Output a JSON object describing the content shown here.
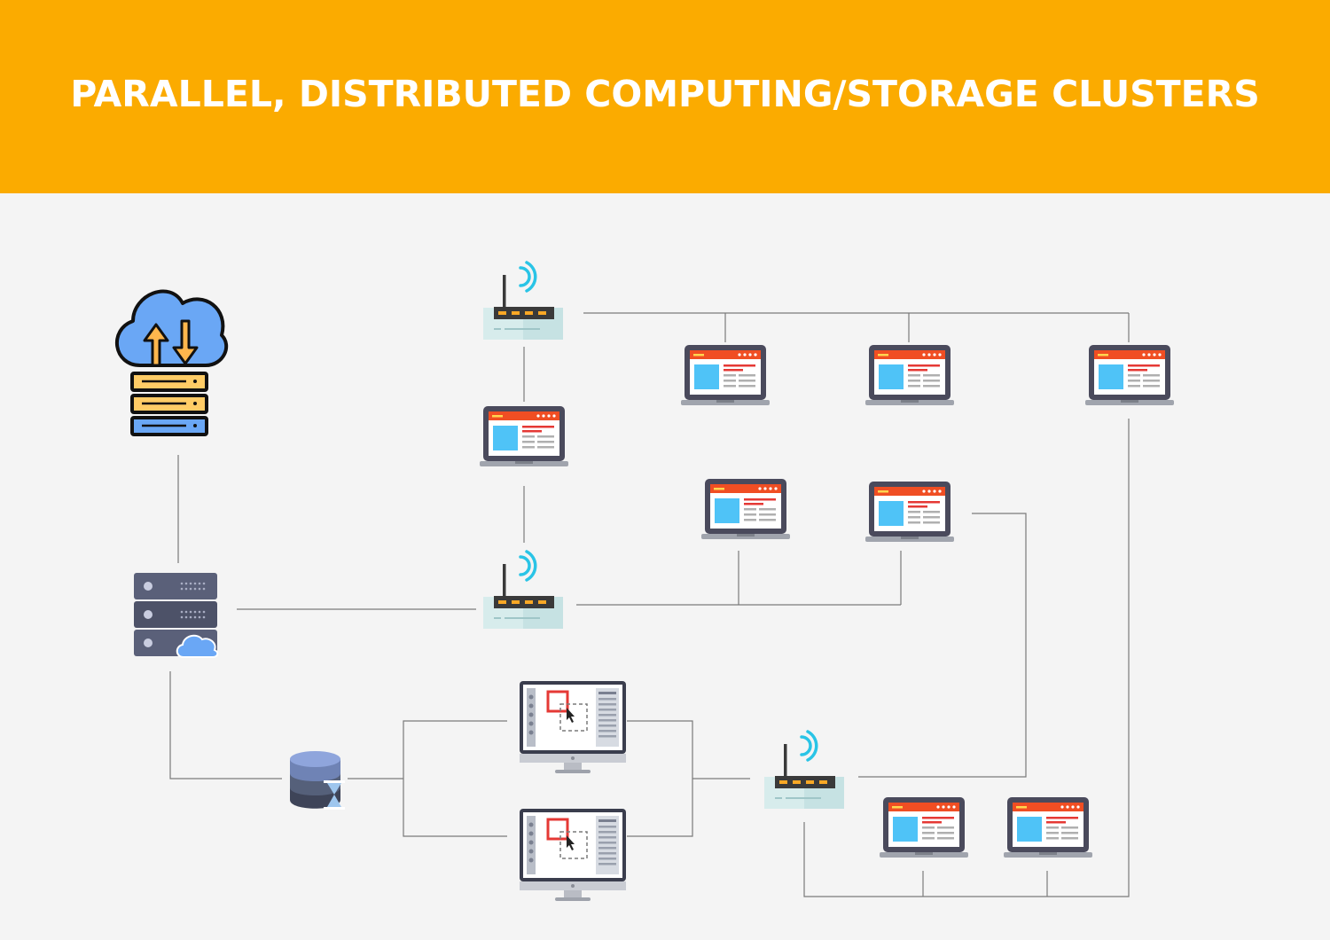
{
  "title": "PARALLEL, DISTRIBUTED COMPUTING/STORAGE CLUSTERS",
  "colors": {
    "header": "#fbab00",
    "background": "#f4f4f4",
    "title_text": "#ffffff",
    "connector": "#7a7a7a",
    "laptop_header": "#f04e23",
    "laptop_body": "#4a4a5c",
    "laptop_screen_image": "#4fc3f7",
    "router_body": "#3a3a3a",
    "router_lights": "#f9a825",
    "wifi_waves": "#29c4e6",
    "server_rack": "#5a6079",
    "cloud_blue": "#6aa7f5"
  },
  "nodes": [
    {
      "id": "cloud-storage",
      "icon": "cloud-storage-icon"
    },
    {
      "id": "server-rack",
      "icon": "server-rack-cloud-icon"
    },
    {
      "id": "database",
      "icon": "database-hourglass-icon"
    },
    {
      "id": "router-top",
      "icon": "wifi-router-icon"
    },
    {
      "id": "router-middle",
      "icon": "wifi-router-icon"
    },
    {
      "id": "router-bottom",
      "icon": "wifi-router-icon"
    },
    {
      "id": "monitor-1",
      "icon": "desktop-monitor-icon"
    },
    {
      "id": "monitor-2",
      "icon": "desktop-monitor-icon"
    },
    {
      "id": "laptop-1",
      "icon": "laptop-icon"
    },
    {
      "id": "laptop-2",
      "icon": "laptop-icon"
    },
    {
      "id": "laptop-3",
      "icon": "laptop-icon"
    },
    {
      "id": "laptop-4",
      "icon": "laptop-icon"
    },
    {
      "id": "laptop-5",
      "icon": "laptop-icon"
    },
    {
      "id": "laptop-6",
      "icon": "laptop-icon"
    },
    {
      "id": "laptop-7",
      "icon": "laptop-icon"
    },
    {
      "id": "laptop-8",
      "icon": "laptop-icon"
    }
  ],
  "edges": [
    [
      "cloud-storage",
      "server-rack"
    ],
    [
      "server-rack",
      "router-middle"
    ],
    [
      "server-rack",
      "database"
    ],
    [
      "database",
      "monitor-1"
    ],
    [
      "database",
      "monitor-2"
    ],
    [
      "monitor-1",
      "router-bottom"
    ],
    [
      "monitor-2",
      "router-bottom"
    ],
    [
      "router-top",
      "laptop-1"
    ],
    [
      "router-top",
      "laptop-2"
    ],
    [
      "router-top",
      "laptop-3"
    ],
    [
      "router-top",
      "laptop-4"
    ],
    [
      "laptop-1",
      "router-middle"
    ],
    [
      "router-middle",
      "laptop-5"
    ],
    [
      "router-middle",
      "laptop-6"
    ],
    [
      "laptop-6",
      "router-bottom"
    ],
    [
      "router-bottom",
      "laptop-7"
    ],
    [
      "router-bottom",
      "laptop-8"
    ],
    [
      "laptop-4",
      "router-bottom"
    ]
  ]
}
